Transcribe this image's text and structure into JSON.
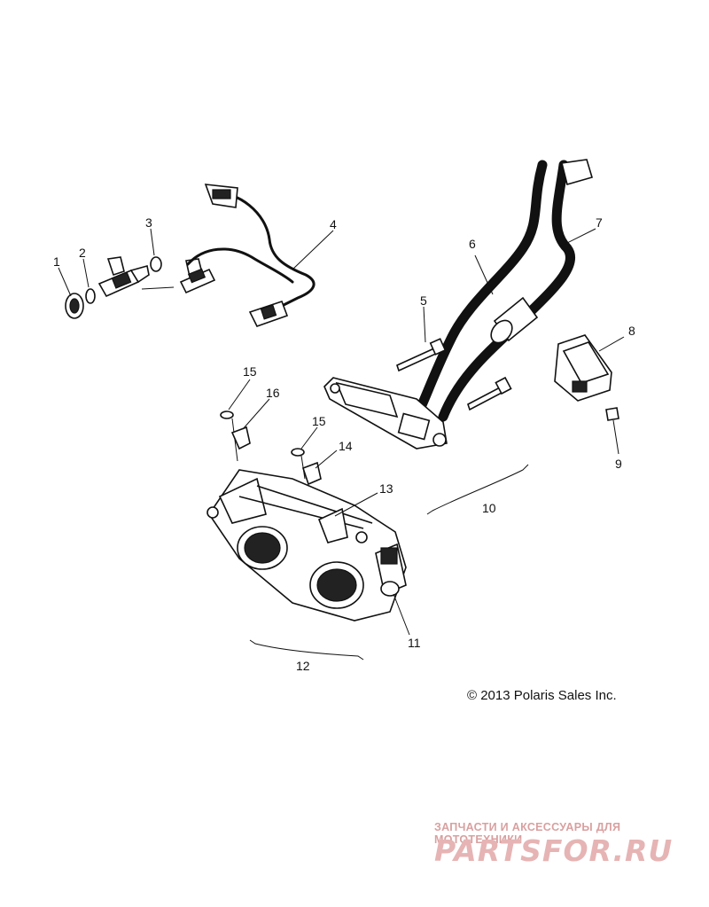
{
  "callouts": [
    {
      "id": "1",
      "label": "1"
    },
    {
      "id": "2",
      "label": "2"
    },
    {
      "id": "3",
      "label": "3"
    },
    {
      "id": "4",
      "label": "4"
    },
    {
      "id": "5",
      "label": "5"
    },
    {
      "id": "6",
      "label": "6"
    },
    {
      "id": "7",
      "label": "7"
    },
    {
      "id": "8",
      "label": "8"
    },
    {
      "id": "9",
      "label": "9"
    },
    {
      "id": "10",
      "label": "10"
    },
    {
      "id": "11",
      "label": "11"
    },
    {
      "id": "12",
      "label": "12"
    },
    {
      "id": "13",
      "label": "13"
    },
    {
      "id": "14",
      "label": "14"
    },
    {
      "id": "15a",
      "label": "15"
    },
    {
      "id": "15b",
      "label": "15"
    },
    {
      "id": "16",
      "label": "16"
    }
  ],
  "copyright": "© 2013 Polaris Sales Inc.",
  "watermark": {
    "tagline": "ЗАПЧАСТИ И АКСЕССУАРЫ ДЛЯ МОТОТЕХНИКИ",
    "logo": "PARTSFOR.RU"
  },
  "colors": {
    "line": "#111111",
    "watermark": "#e6b4b4"
  }
}
